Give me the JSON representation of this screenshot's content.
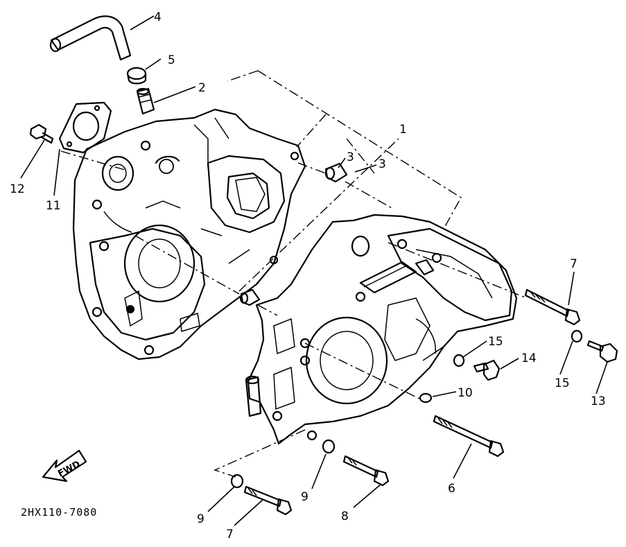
{
  "diagram": {
    "callouts": [
      "1",
      "2",
      "3",
      "3",
      "4",
      "5",
      "6",
      "7",
      "7",
      "8",
      "9",
      "9",
      "10",
      "11",
      "12",
      "13",
      "14",
      "15",
      "15"
    ],
    "direction_label": "FWD",
    "drawing_code": "2HX110-7080"
  }
}
